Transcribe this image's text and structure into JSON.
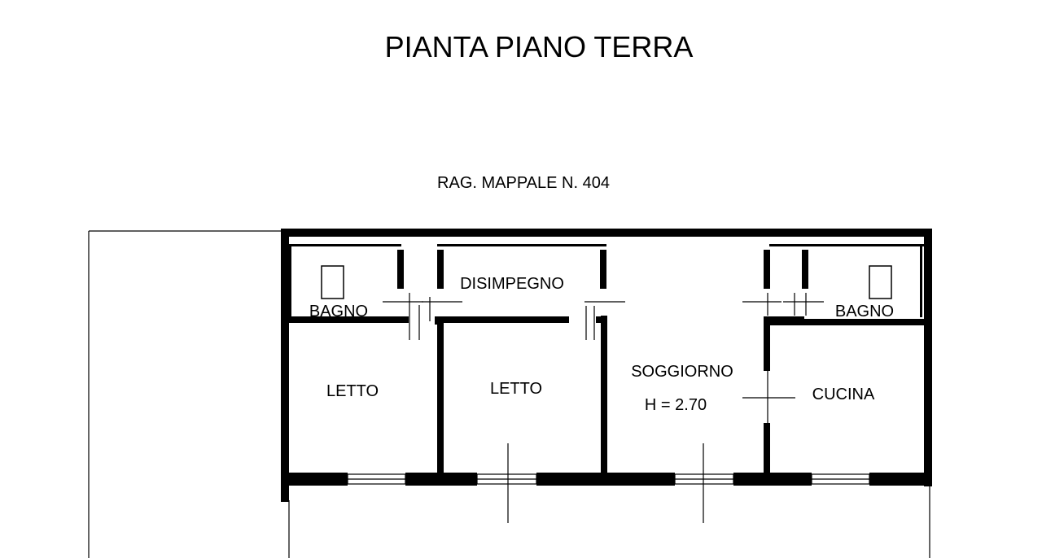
{
  "title": "PIANTA PIANO TERRA",
  "subtitle": "RAG. MAPPALE N. 404",
  "rooms": {
    "bagno_left": "BAGNO",
    "disimpegno": "DISIMPEGNO",
    "bagno_right": "BAGNO",
    "letto_1": "LETTO",
    "letto_2": "LETTO",
    "soggiorno": "SOGGIORNO",
    "height": "H = 2.70",
    "cucina": "CUCINA"
  }
}
